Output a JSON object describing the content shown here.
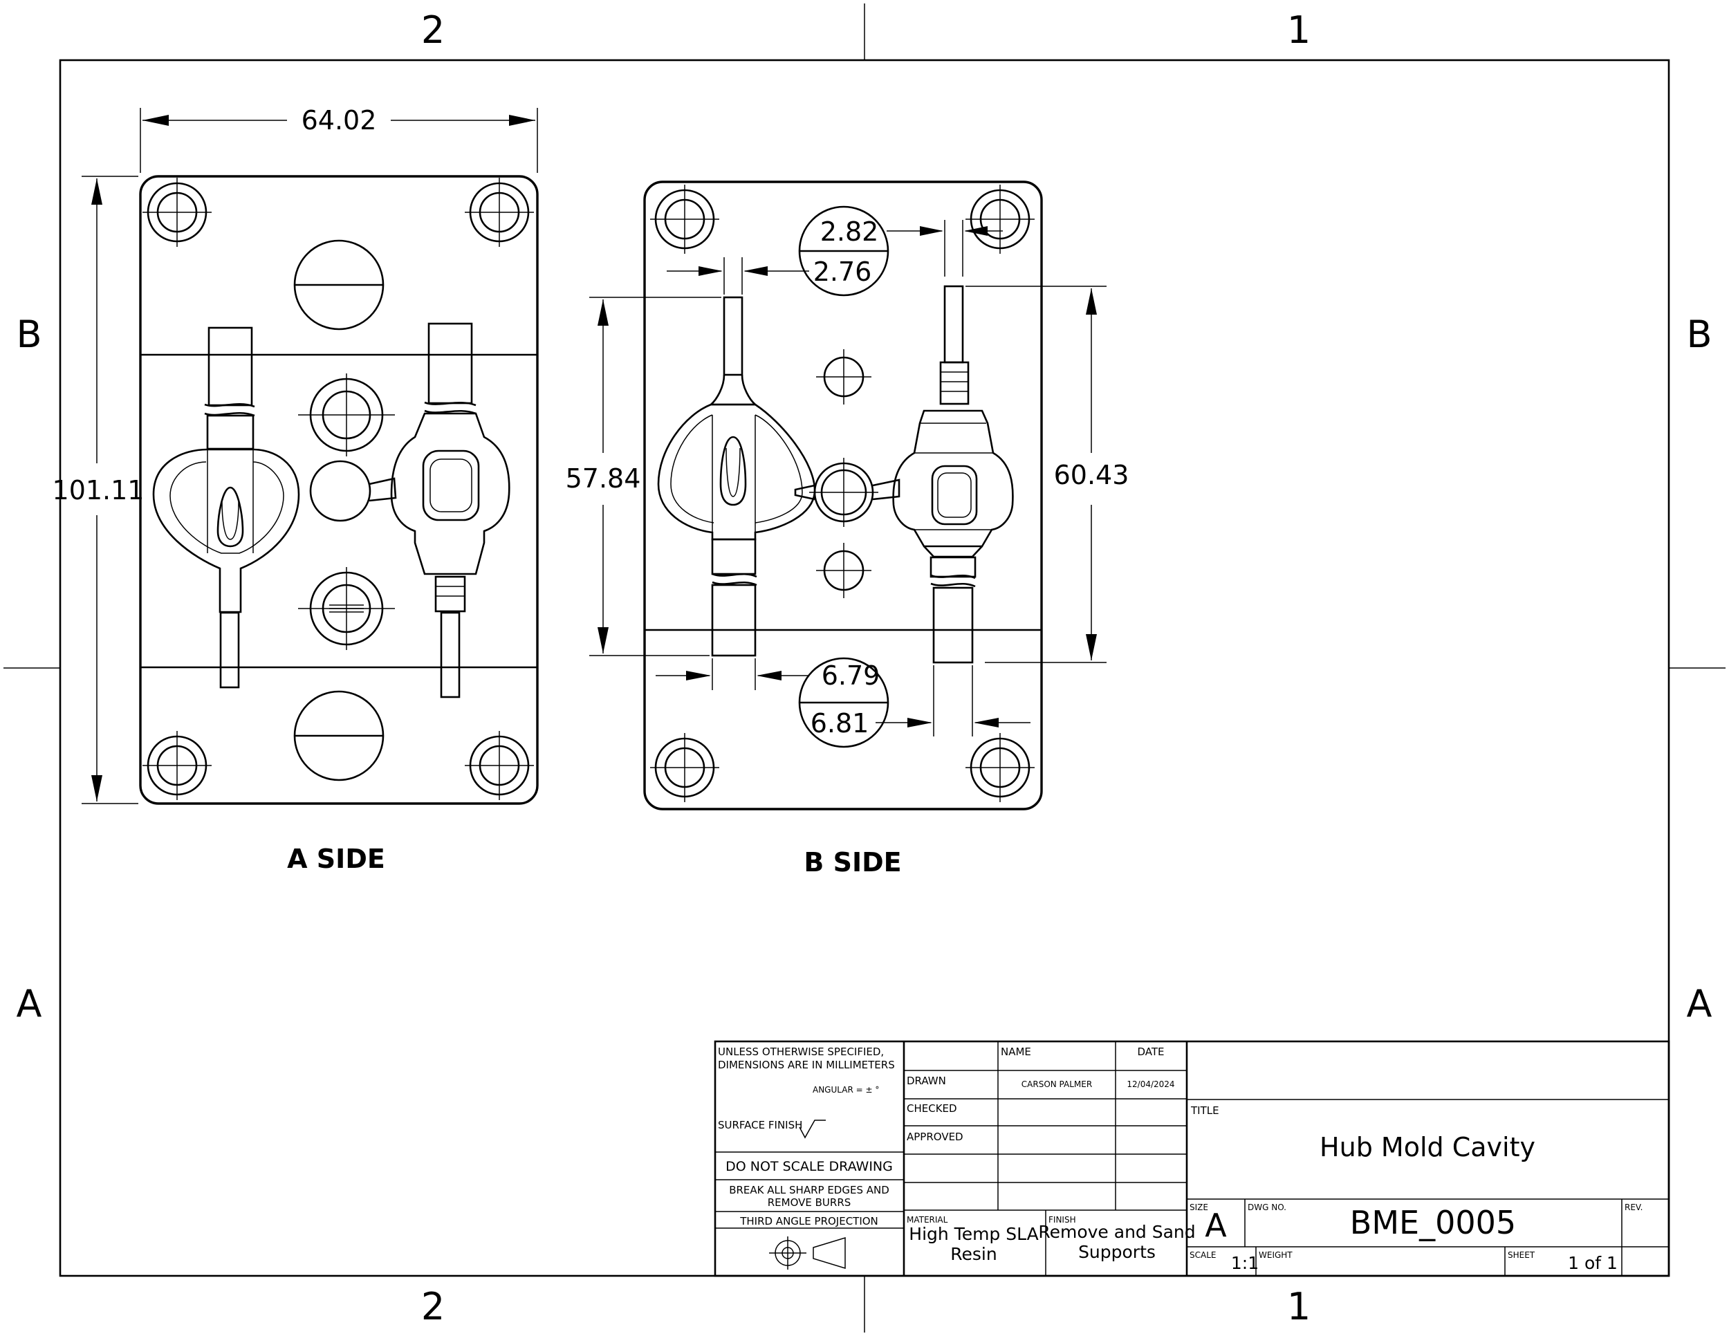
{
  "zones": {
    "top": [
      "2",
      "1"
    ],
    "bottom": [
      "2",
      "1"
    ],
    "left": [
      "B",
      "A"
    ],
    "right": [
      "B",
      "A"
    ]
  },
  "views": {
    "a_side": {
      "label": "A SIDE",
      "dims": {
        "width": "64.02",
        "height": "101.11"
      }
    },
    "b_side": {
      "label": "B SIDE",
      "dims": {
        "d1": "2.82",
        "d2": "2.76",
        "d3": "57.84",
        "d4": "60.43",
        "d5": "6.79",
        "d6": "6.81"
      }
    }
  },
  "title_block": {
    "tolerance_note_1": "UNLESS OTHERWISE SPECIFIED,",
    "tolerance_note_2": "DIMENSIONS ARE IN MILLIMETERS",
    "angular": "ANGULAR = ± °",
    "surface_finish": "SURFACE FINISH",
    "do_not_scale": "DO NOT SCALE DRAWING",
    "break_edges_1": "BREAK ALL SHARP EDGES AND",
    "break_edges_2": "REMOVE BURRS",
    "projection": "THIRD ANGLE PROJECTION",
    "name_header": "NAME",
    "date_header": "DATE",
    "drawn_label": "DRAWN",
    "drawn_name": "CARSON PALMER",
    "drawn_date": "12/04/2024",
    "checked_label": "CHECKED",
    "approved_label": "APPROVED",
    "material_label": "MATERIAL",
    "material_line1": "High Temp SLA",
    "material_line2": "Resin",
    "finish_label": "FINISH",
    "finish_line1": "Remove and Sand",
    "finish_line2": "Supports",
    "title_label": "TITLE",
    "title": "Hub Mold Cavity",
    "size_label": "SIZE",
    "size": "A",
    "dwg_no_label": "DWG NO.",
    "dwg_no": "BME_0005",
    "rev_label": "REV.",
    "scale_label": "SCALE",
    "scale": "1:1",
    "weight_label": "WEIGHT",
    "sheet_label": "SHEET",
    "sheet": "1 of 1"
  }
}
